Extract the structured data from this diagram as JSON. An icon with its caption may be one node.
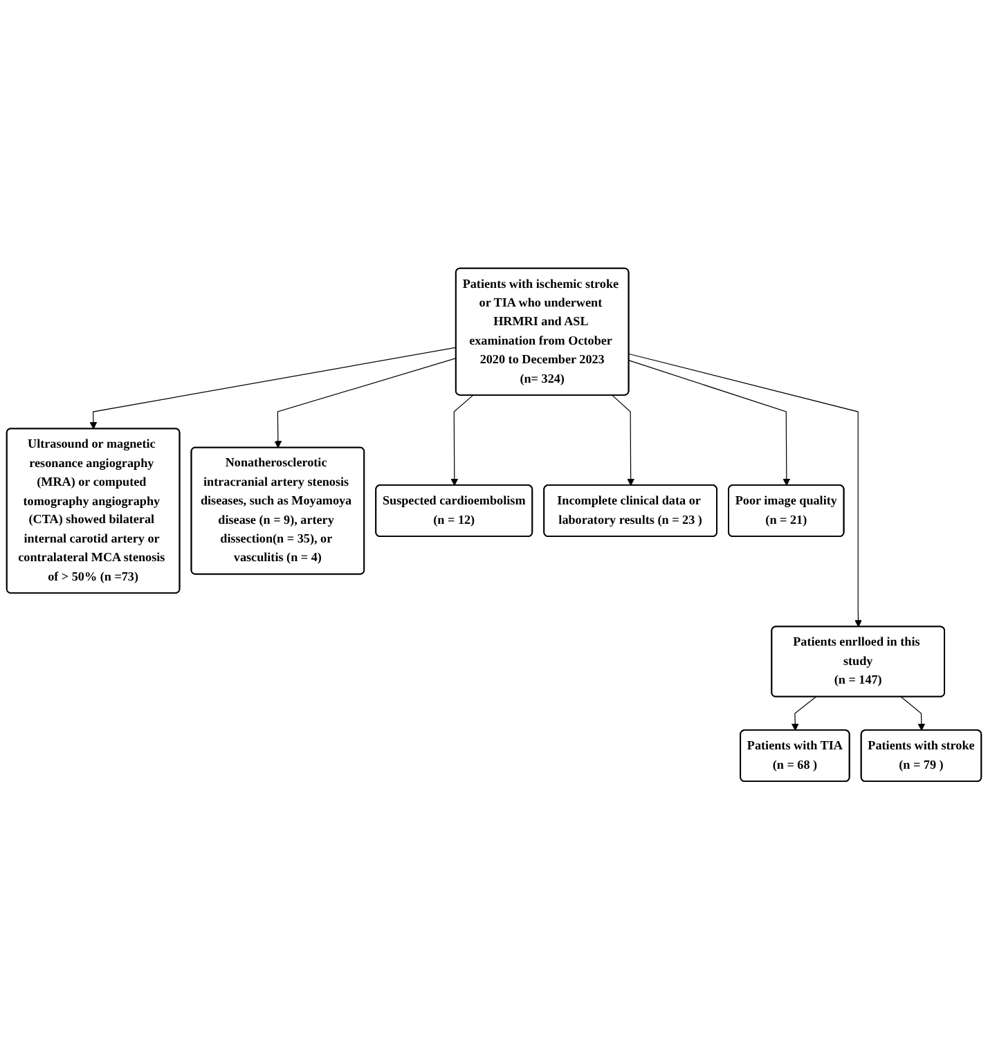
{
  "diagram": {
    "nodes": [
      {
        "text": [
          "Patients with ischemic stroke or TIA who underwent HRMRI and ASL examination from October 2020 to December 2023",
          "(n= 324)"
        ]
      },
      {
        "text": [
          "Ultrasound or magnetic resonance angiography (MRA) or computed tomography angiography (CTA) showed bilateral internal carotid artery or contralateral MCA stenosis of > 50% (n =73)"
        ]
      },
      {
        "text": [
          "Nonatherosclerotic intracranial artery stenosis diseases, such as Moyamoya disease (n = 9), artery dissection(n = 35), or vasculitis (n = 4)"
        ]
      },
      {
        "text": [
          "Suspected cardioembolism",
          "(n = 12)"
        ]
      },
      {
        "text": [
          "Incomplete clinical data or laboratory results (n = 23 )"
        ]
      },
      {
        "text": [
          "Poor image quality",
          "(n = 21)"
        ]
      },
      {
        "text": [
          "Patients enrlloed in this study",
          "(n = 147)"
        ]
      },
      {
        "text": [
          "Patients with TIA",
          "(n = 68 )"
        ]
      },
      {
        "text": [
          "Patients with stroke",
          "(n = 79 )"
        ]
      }
    ],
    "edges": [
      {
        "from": 0,
        "to": 1,
        "arrow": "to"
      },
      {
        "from": 0,
        "to": 2,
        "arrow": "to"
      },
      {
        "from": 0,
        "to": 3,
        "arrow": "to"
      },
      {
        "from": 0,
        "to": 4,
        "arrow": "to"
      },
      {
        "from": 0,
        "to": 5,
        "arrow": "to"
      },
      {
        "from": 0,
        "to": 6,
        "arrow": "to"
      },
      {
        "from": 6,
        "to": 7,
        "arrow": "to"
      },
      {
        "from": 6,
        "to": 8,
        "arrow": "to"
      }
    ]
  }
}
